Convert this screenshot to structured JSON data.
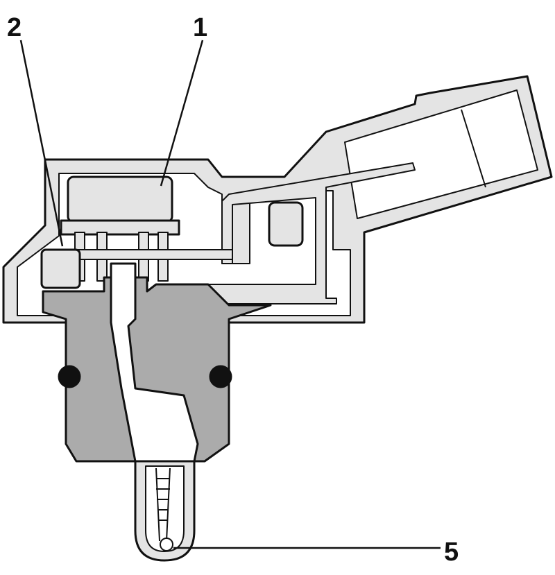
{
  "labels": {
    "one": "1",
    "two": "2",
    "five": "5"
  },
  "colors": {
    "outline": "#111111",
    "body_gray": "#ababab",
    "light_gray": "#e4e4e4",
    "background": "#ffffff"
  }
}
